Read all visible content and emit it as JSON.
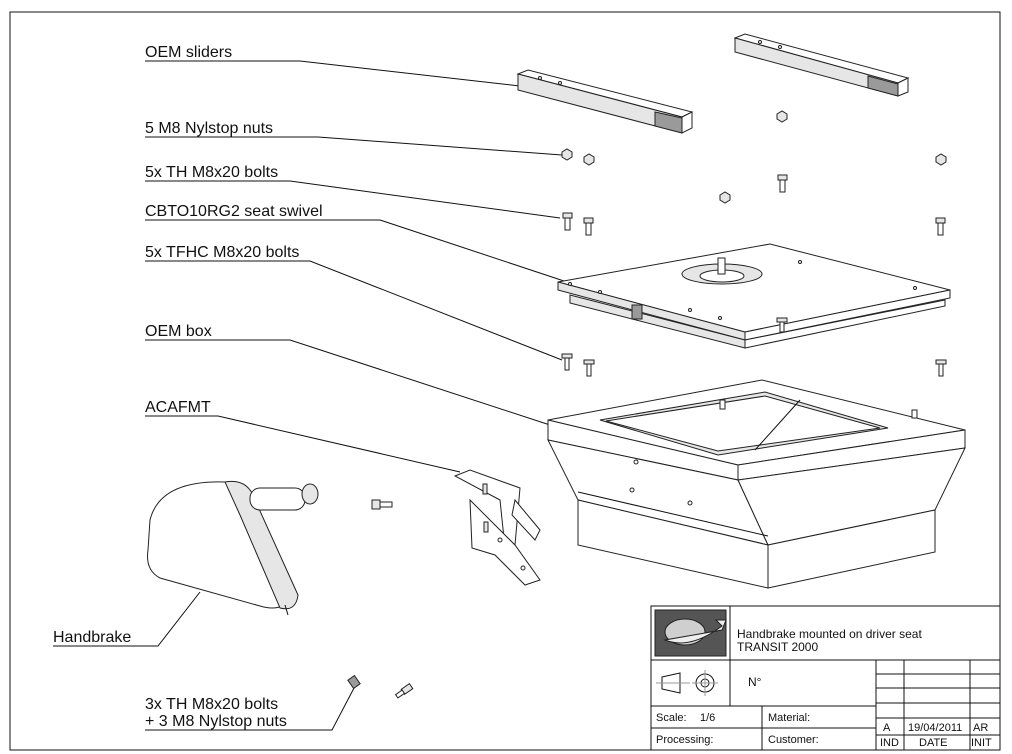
{
  "callouts": [
    {
      "id": "oem-sliders",
      "text": "OEM sliders"
    },
    {
      "id": "nylstop-nuts",
      "text": "5 M8 Nylstop nuts"
    },
    {
      "id": "th-bolts",
      "text": "5x TH M8x20 bolts"
    },
    {
      "id": "seat-swivel",
      "text": "CBTO10RG2 seat swivel"
    },
    {
      "id": "tfhc-bolts",
      "text": "5x TFHC M8x20 bolts"
    },
    {
      "id": "oem-box",
      "text": "OEM box"
    },
    {
      "id": "acafmt",
      "text": "ACAFMT"
    },
    {
      "id": "handbrake",
      "text": "Handbrake"
    },
    {
      "id": "bottom-bolts-line1",
      "text": "3x TH M8x20 bolts"
    },
    {
      "id": "bottom-bolts-line2",
      "text": "+ 3 M8 Nylstop nuts"
    }
  ],
  "title_block": {
    "title_line1": "Handbrake mounted on driver seat",
    "title_line2": "TRANSIT 2000",
    "number_label": "N°",
    "scale_label": "Scale:",
    "scale_value": "1/6",
    "material_label": "Material:",
    "processing_label": "Processing:",
    "customer_label": "Customer:",
    "revision": {
      "ind": "A",
      "date": "19/04/2011",
      "init": "AR"
    },
    "revision_headers": {
      "ind": "IND",
      "date": "DATE",
      "init": "INIT"
    }
  },
  "icons": [
    "company-logo-icon",
    "projection-symbol-icon"
  ]
}
